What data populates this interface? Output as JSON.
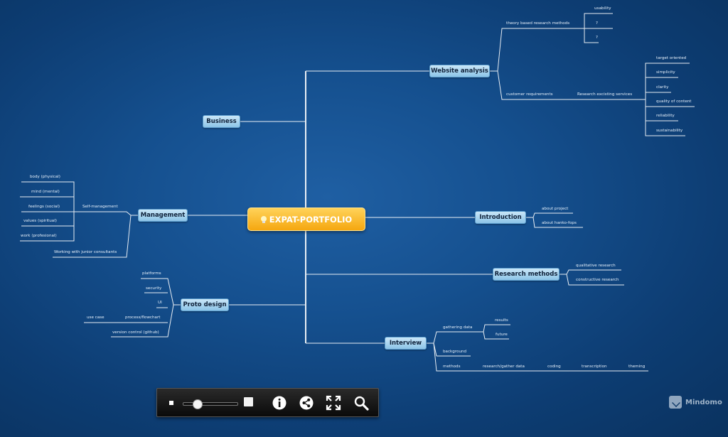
{
  "central": {
    "label": "EXPAT-PORTFOLIO"
  },
  "topics": {
    "business": "Business",
    "website_analysis": "Website analysis",
    "management": "Management",
    "proto_design": "Proto design",
    "introduction": "Introduction",
    "research_methods": "Research methods",
    "interview": "Interview"
  },
  "website_analysis": {
    "theory": "theory based research methods",
    "usability": "usability",
    "q1": "?",
    "q2": "?",
    "customer": "customer requirements",
    "research_existing": "Research excisting services",
    "target": "target oriented",
    "simplicity": "simplicity",
    "clarity": "clarity",
    "quality": "quality of content",
    "reliability": "reliability",
    "sustainability": "sustainability"
  },
  "management": {
    "self": "Self-management",
    "body": "body (physical)",
    "mind": "mind (mental)",
    "feelings": "feelings (social)",
    "values": "values (spiritual)",
    "work": "work (profesional)",
    "junior": "Working with junior consultants"
  },
  "proto": {
    "platforms": "platforms",
    "security": "security",
    "ui": "UI",
    "process": "process/flowchart",
    "use_case": "use case",
    "version": "version control (github)"
  },
  "introduction": {
    "about_project": "about project",
    "about_hanko": "about hanko-fops"
  },
  "research": {
    "qualitative": "qualitative research",
    "constructive": "constructive research"
  },
  "interview": {
    "gathering": "gathering data",
    "results": "results",
    "future": "future",
    "background": "background",
    "methods": "methods",
    "research_gather": "research/gather data",
    "coding": "coding",
    "transcription": "transcription",
    "theming": "theming"
  },
  "toolbar": {
    "zoom_level": 0.25,
    "icons": [
      "zoom-out-icon",
      "zoom-slider",
      "zoom-in-icon",
      "info-icon",
      "share-icon",
      "fullscreen-icon",
      "search-icon"
    ]
  },
  "brand": {
    "name": "Mindomo"
  },
  "colors": {
    "background": "#15508f",
    "central": "#f5a70f",
    "topic": "#8cc4e8",
    "line": "#ffffff"
  }
}
